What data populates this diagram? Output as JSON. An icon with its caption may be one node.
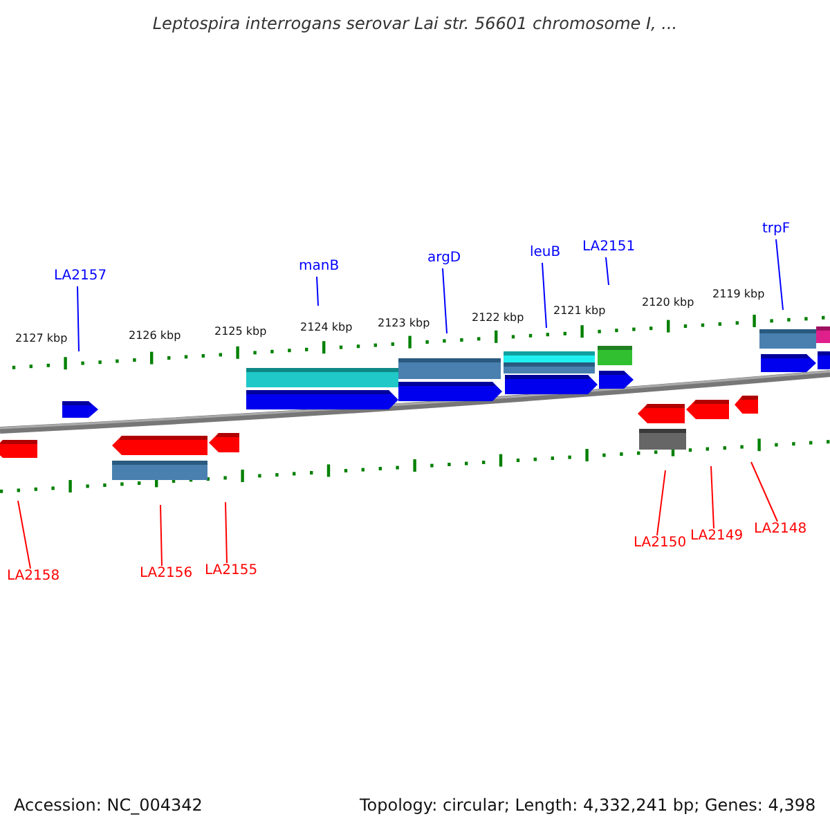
{
  "diagram": {
    "title": "Leptospira interrogans serovar Lai str. 56601 chromosome I, ...",
    "nodes": [
      {
        "text": [
          "LA2157"
        ]
      },
      {
        "text": [
          "manB"
        ]
      },
      {
        "text": [
          "argD"
        ]
      },
      {
        "text": [
          "leuB"
        ]
      },
      {
        "text": [
          "LA2151"
        ]
      },
      {
        "text": [
          "trpF"
        ]
      },
      {
        "text": [
          "LA2158"
        ]
      },
      {
        "text": [
          "LA2156"
        ]
      },
      {
        "text": [
          "LA2155"
        ]
      },
      {
        "text": [
          "LA2150"
        ]
      },
      {
        "text": [
          "LA2149"
        ]
      },
      {
        "text": [
          "LA2148"
        ]
      }
    ],
    "edges": [
      {
        "from": 0,
        "to": null,
        "arrow": "none"
      },
      {
        "from": 1,
        "to": null,
        "arrow": "none"
      },
      {
        "from": 2,
        "to": null,
        "arrow": "none"
      },
      {
        "from": 3,
        "to": null,
        "arrow": "none"
      },
      {
        "from": 4,
        "to": null,
        "arrow": "none"
      },
      {
        "from": 5,
        "to": null,
        "arrow": "none"
      },
      {
        "from": 6,
        "to": null,
        "arrow": "none",
        "color": "#ff0000"
      },
      {
        "from": 7,
        "to": null,
        "arrow": "none",
        "color": "#ff0000"
      },
      {
        "from": 8,
        "to": null,
        "arrow": "none",
        "color": "#ff0000"
      },
      {
        "from": 9,
        "to": null,
        "arrow": "none",
        "color": "#ff0000"
      },
      {
        "from": 10,
        "to": null,
        "arrow": "none",
        "color": "#ff0000"
      },
      {
        "from": 11,
        "to": null,
        "arrow": "none",
        "color": "#ff0000"
      }
    ],
    "labels": [
      "2127 kbp",
      "2126 kbp",
      "2125 kbp",
      "2124 kbp",
      "2123 kbp",
      "2122 kbp",
      "2121 kbp",
      "2120 kbp",
      "2119 kbp",
      "Accession: NC_004342",
      "Topology: circular; Length: 4,332,241 bp; Genes: 4,398"
    ]
  }
}
